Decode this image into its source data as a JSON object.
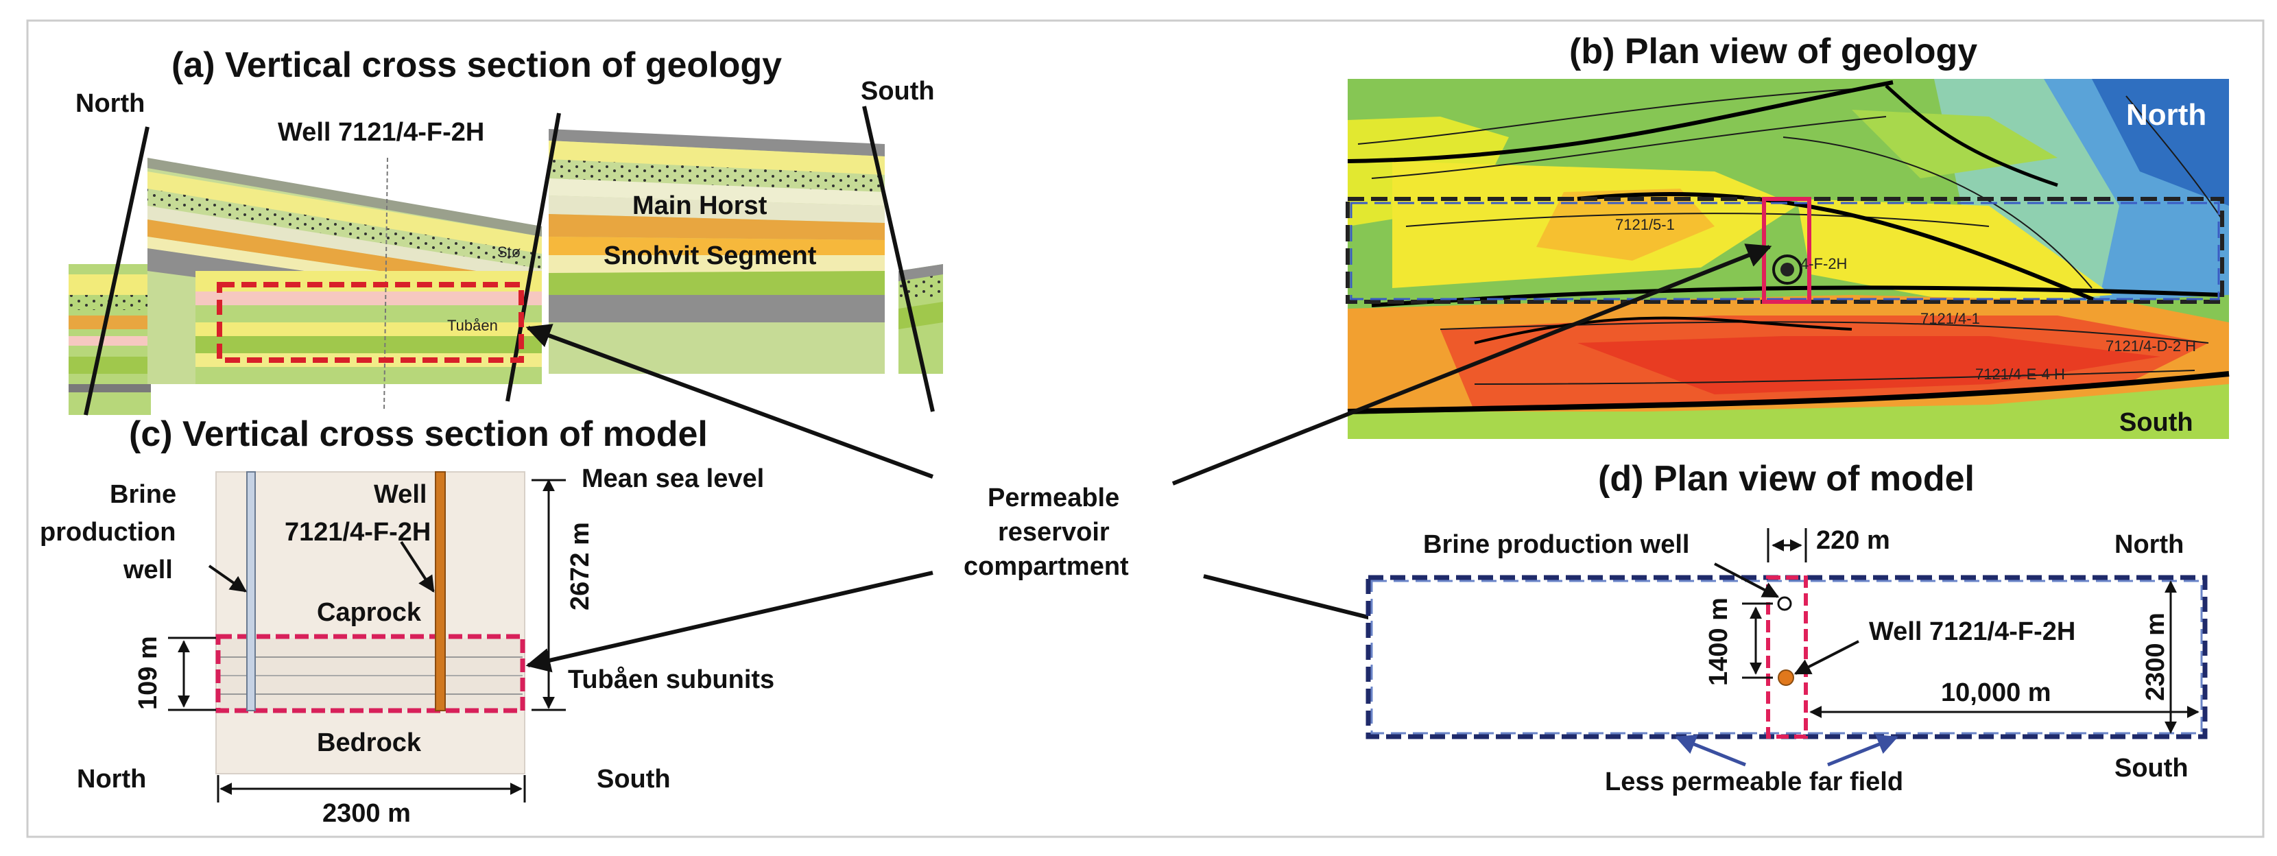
{
  "panel_a": {
    "title": "(a)  Vertical cross section of geology",
    "north": "North",
    "south": "South",
    "well": "Well 7121/4-F-2H",
    "main_horst": "Main Horst",
    "snohvit": "Snohvit Segment",
    "sto": "Stø",
    "tubaen": "Tubåen"
  },
  "panel_b": {
    "title": "(b)  Plan view of geology",
    "north": "North",
    "south": "South",
    "well_labels": [
      "7121/5-1",
      "4-F-2H",
      "7121/4-1",
      "7121/4-D-2 H",
      "7121/4-E-4 H"
    ]
  },
  "panel_c": {
    "title": "(c)  Vertical cross section of model",
    "brine_well": [
      "Brine",
      "production",
      "well"
    ],
    "well": [
      "Well",
      "7121/4-F-2H"
    ],
    "mean_sea_level": "Mean sea level",
    "depth": "2672 m",
    "caprock": "Caprock",
    "thickness": "109 m",
    "subunits": "Tubåen subunits",
    "bedrock": "Bedrock",
    "north": "North",
    "south": "South",
    "width": "2300 m"
  },
  "center": {
    "label": [
      "Permeable",
      "reservoir",
      "compartment"
    ]
  },
  "panel_d": {
    "title": "(d)  Plan view of model",
    "brine_well": "Brine production well",
    "compartment_width": "220 m",
    "north": "North",
    "spacing": "1400 m",
    "well": "Well 7121/4-F-2H",
    "length": "10,000 m",
    "width": "2300 m",
    "south": "South",
    "far_field": "Less permeable far field"
  }
}
